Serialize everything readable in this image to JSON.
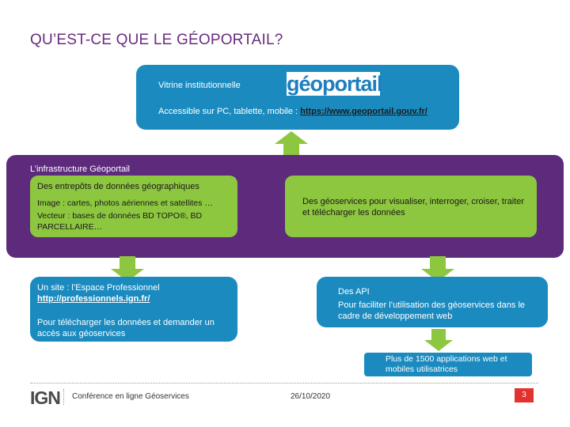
{
  "title": "QU’EST-CE QUE LE GÉOPORTAIL?",
  "vitrine": {
    "label": "Vitrine institutionnelle",
    "logo_geo": "géo",
    "logo_portail": "portail",
    "access_prefix": "Accessible sur PC, tablette, mobile : ",
    "access_url": "https://www.geoportail.gouv.fr/"
  },
  "infrastructure": {
    "label": "L’infrastructure Géoportail",
    "entrepots": {
      "heading": "Des entrepôts de données géographiques",
      "line1": "Image : cartes, photos aériennes et satellites …",
      "line2": "Vecteur : bases de données BD TOPO®, BD PARCELLAIRE…"
    },
    "geoservices": "Des géoservices pour visualiser, interroger, croiser, traiter et télécharger les données"
  },
  "espace_pro": {
    "line1": "Un site : l’Espace Professionnel",
    "url": "http://professionnels.ign.fr/",
    "line2": "Pour télécharger les données et demander un accès aux géoservices"
  },
  "api": {
    "heading": "Des API",
    "text": "Pour faciliter l’utilisation des géoservices dans le cadre de développement web"
  },
  "applications": "Plus de 1500 applications web et mobiles utilisatrices",
  "footer": {
    "logo": "IGN",
    "conference": "Conférence en ligne Géoservices",
    "date": "26/10/2020",
    "page": "3"
  },
  "colors": {
    "title": "#6a2c7e",
    "blue": "#1b8bbf",
    "green": "#8dc63f",
    "purple": "#5d2a7c",
    "accent_red": "#e3312d"
  }
}
